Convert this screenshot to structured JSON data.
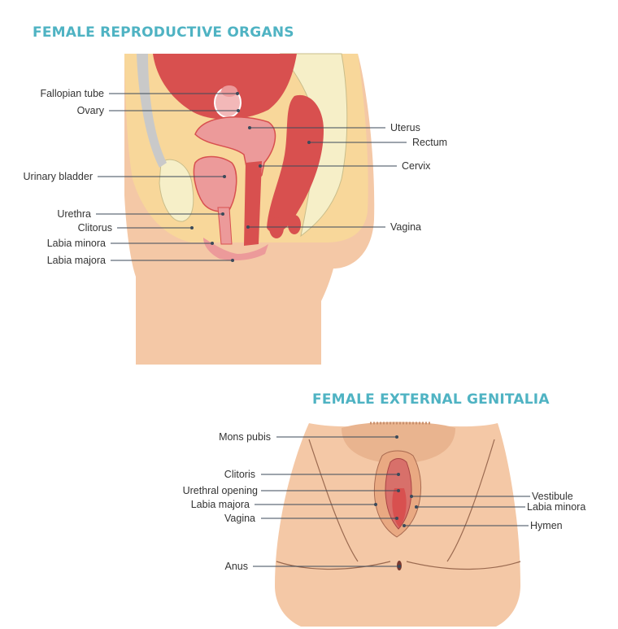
{
  "colors": {
    "title": "#4fb3c3",
    "leader_line": "#3b4a5a",
    "skin": "#f4c8a6",
    "skin_dark": "#e9a982",
    "fat": "#f8d79a",
    "organ_red": "#d8504f",
    "organ_pink": "#ec9a9a",
    "bone": "#f6efc8"
  },
  "section1": {
    "title": "FEMALE REPRODUCTIVE ORGANS",
    "labels_left": [
      "Fallopian tube",
      "Ovary",
      "Urinary bladder",
      "Urethra",
      "Clitorus",
      "Labia minora",
      "Labia majora"
    ],
    "labels_right": [
      "Uterus",
      "Rectum",
      "Cervix",
      "Vagina"
    ]
  },
  "section2": {
    "title": "FEMALE EXTERNAL GENITALIA",
    "labels_left": [
      "Mons pubis",
      "Clitoris",
      "Urethral opening",
      "Labia majora",
      "Vagina",
      "Anus"
    ],
    "labels_right": [
      "Vestibule",
      "Labia minora",
      "Hymen"
    ]
  }
}
